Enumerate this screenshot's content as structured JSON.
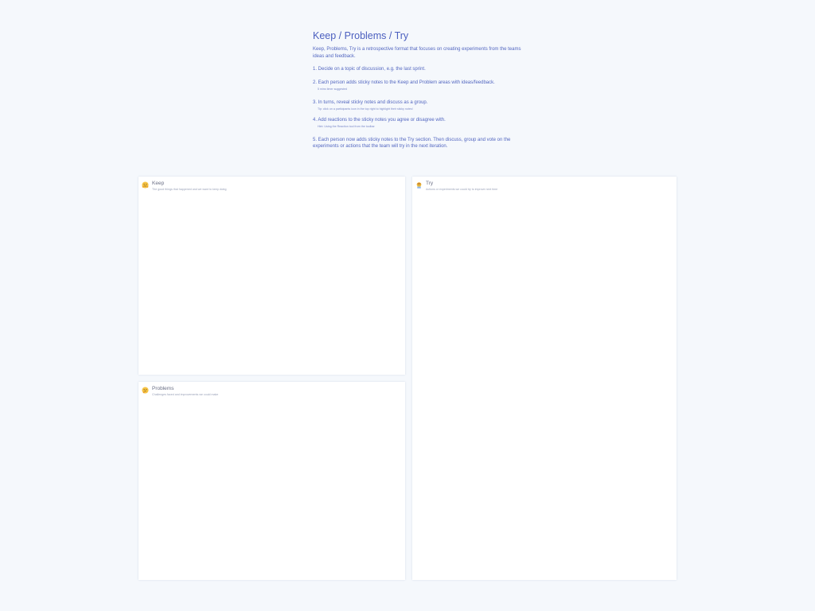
{
  "intro": {
    "title": "Keep / Problems / Try",
    "description": "Keep, Problems, Try is a retrospective format that focuses on creating experiments from the teams ideas and feedback.",
    "steps": [
      {
        "text": "1. Decide on a topic of discussion, e.g. the last sprint.",
        "hint": ""
      },
      {
        "text": "2. Each person adds sticky notes to the Keep and Problem areas with ideas/feedback.",
        "hint": "5 mins timer suggested"
      },
      {
        "text": "3. In turns, reveal sticky notes and discuss as a group.",
        "hint": "Tip: click on a participants icon in the top right to highlight their sticky notes!"
      },
      {
        "text": "4. Add reactions to the sticky notes you agree or disagree with.",
        "hint": "Hint: Using the Reaction tool from the toolbar"
      },
      {
        "text": "5. Each person now adds sticky notes to the Try section. Then discuss, group and vote on the experiments or actions that the team will try in the next iteration.",
        "hint": ""
      }
    ]
  },
  "panels": {
    "keep": {
      "title": "Keep",
      "subtitle": "The good things that happened and we want to keep doing",
      "icon": "hugging-face-icon"
    },
    "problems": {
      "title": "Problems",
      "subtitle": "Challenges faced and improvements we could make",
      "icon": "thinking-face-icon"
    },
    "try": {
      "title": "Try",
      "subtitle": "Actions or experiments we could try to improve next time",
      "icon": "scientist-icon"
    }
  },
  "colors": {
    "background": "#f5f8fc",
    "accent": "#4b5fbf",
    "panel": "#ffffff"
  }
}
